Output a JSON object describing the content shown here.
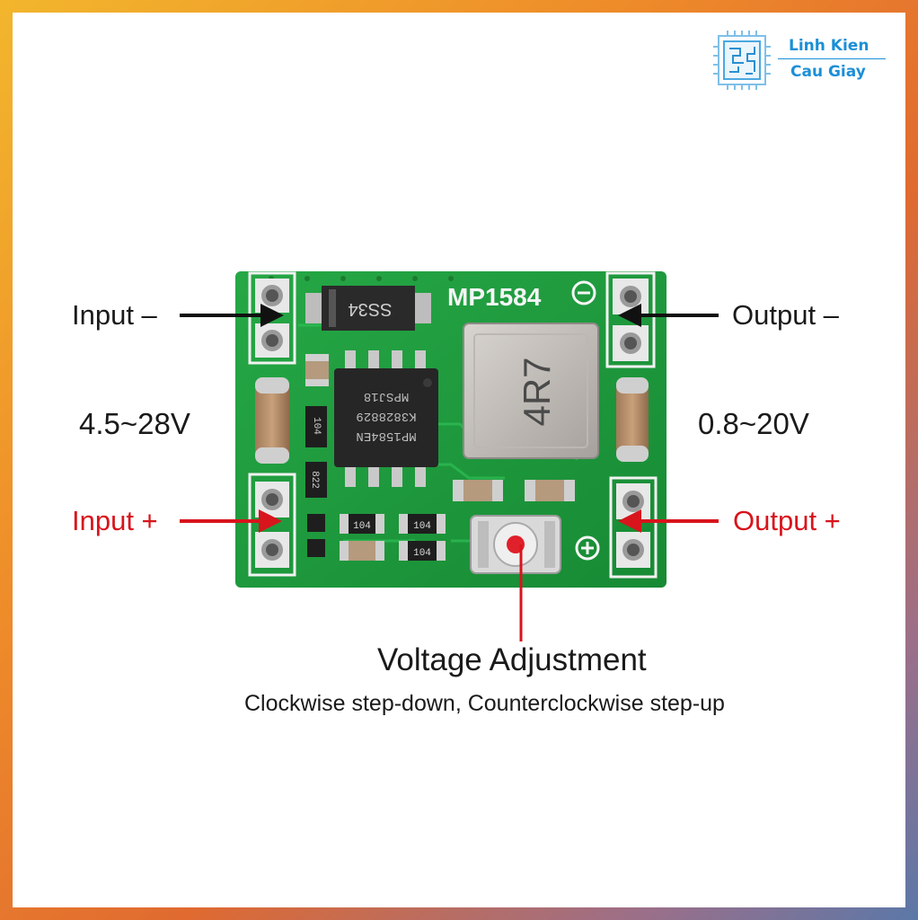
{
  "brand": {
    "line1": "Linh Kien",
    "line2": "Cau Giay",
    "color": "#1c8fd6",
    "icon": "circuit-chip-icon"
  },
  "module": {
    "silkscreen_title": "MP1584",
    "diode_marking": "SS34",
    "inductor_marking": "4R7",
    "ic_marking_line1": "MP1584EN",
    "ic_marking_line2": "K3828829",
    "ic_marking_line3": "MPSJ18",
    "resistor_marking_1": "104",
    "resistor_marking_2": "104",
    "resistor_marking_3": "104",
    "resistor_marking_4": "104",
    "resistor_marking_5": "822",
    "pcb_color": "#1f9a3c"
  },
  "labels": {
    "input_minus": "Input –",
    "input_plus": "Input +",
    "output_minus": "Output –",
    "output_plus": "Output +",
    "input_voltage": "4.5~28V",
    "output_voltage": "0.8~20V"
  },
  "annotation": {
    "title": "Voltage Adjustment",
    "subtitle": "Clockwise step-down, Counterclockwise step-up"
  },
  "colors": {
    "black_text": "#1a1a1a",
    "red_text": "#d8141c"
  }
}
